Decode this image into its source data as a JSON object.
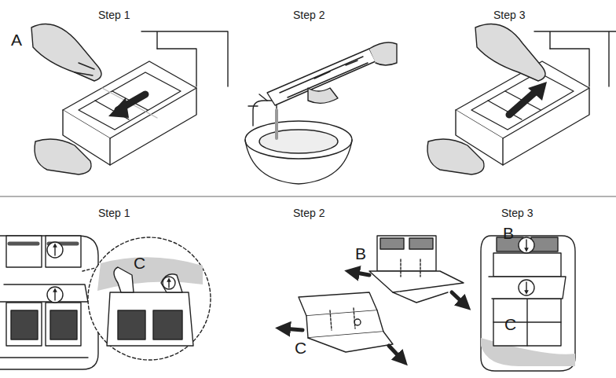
{
  "diagram": {
    "labels": [
      "Step 1",
      "Step 2",
      "Step 3",
      "A",
      "Step 1",
      "Step 2",
      "Step 3",
      "C",
      "B",
      "C",
      "B",
      "C"
    ]
  }
}
